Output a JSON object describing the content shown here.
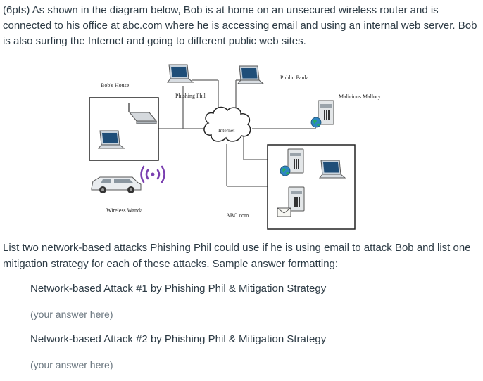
{
  "intro_text": "(6pts) As shown in the diagram below, Bob is at home on an unsecured wireless router and is connected to his office at abc.com where he is accessing email and using an internal web server. Bob is also surfing the Internet and going to different public web sites.",
  "diagram": {
    "bobs_house": "Bob's House",
    "phishing_phil": "Phishing Phil",
    "public_paula": "Public Paula",
    "malicious_mallory": "Malicious Mallory",
    "internet": "Internet",
    "wireless_wanda": "Wireless Wanda",
    "abc_com": "ABC.com"
  },
  "question": {
    "before_underline": "List two network-based attacks Phishing Phil could use if he is using email to attack Bob ",
    "underlined": "and",
    "after_underline": " list one mitigation strategy for each of these attacks. Sample answer formatting:"
  },
  "attack1": {
    "heading": "Network-based Attack #1 by Phishing Phil & Mitigation Strategy",
    "answer_placeholder": "(your answer here)"
  },
  "attack2": {
    "heading": "Network-based Attack #2 by Phishing Phil & Mitigation Strategy",
    "answer_placeholder": "(your answer here)"
  }
}
